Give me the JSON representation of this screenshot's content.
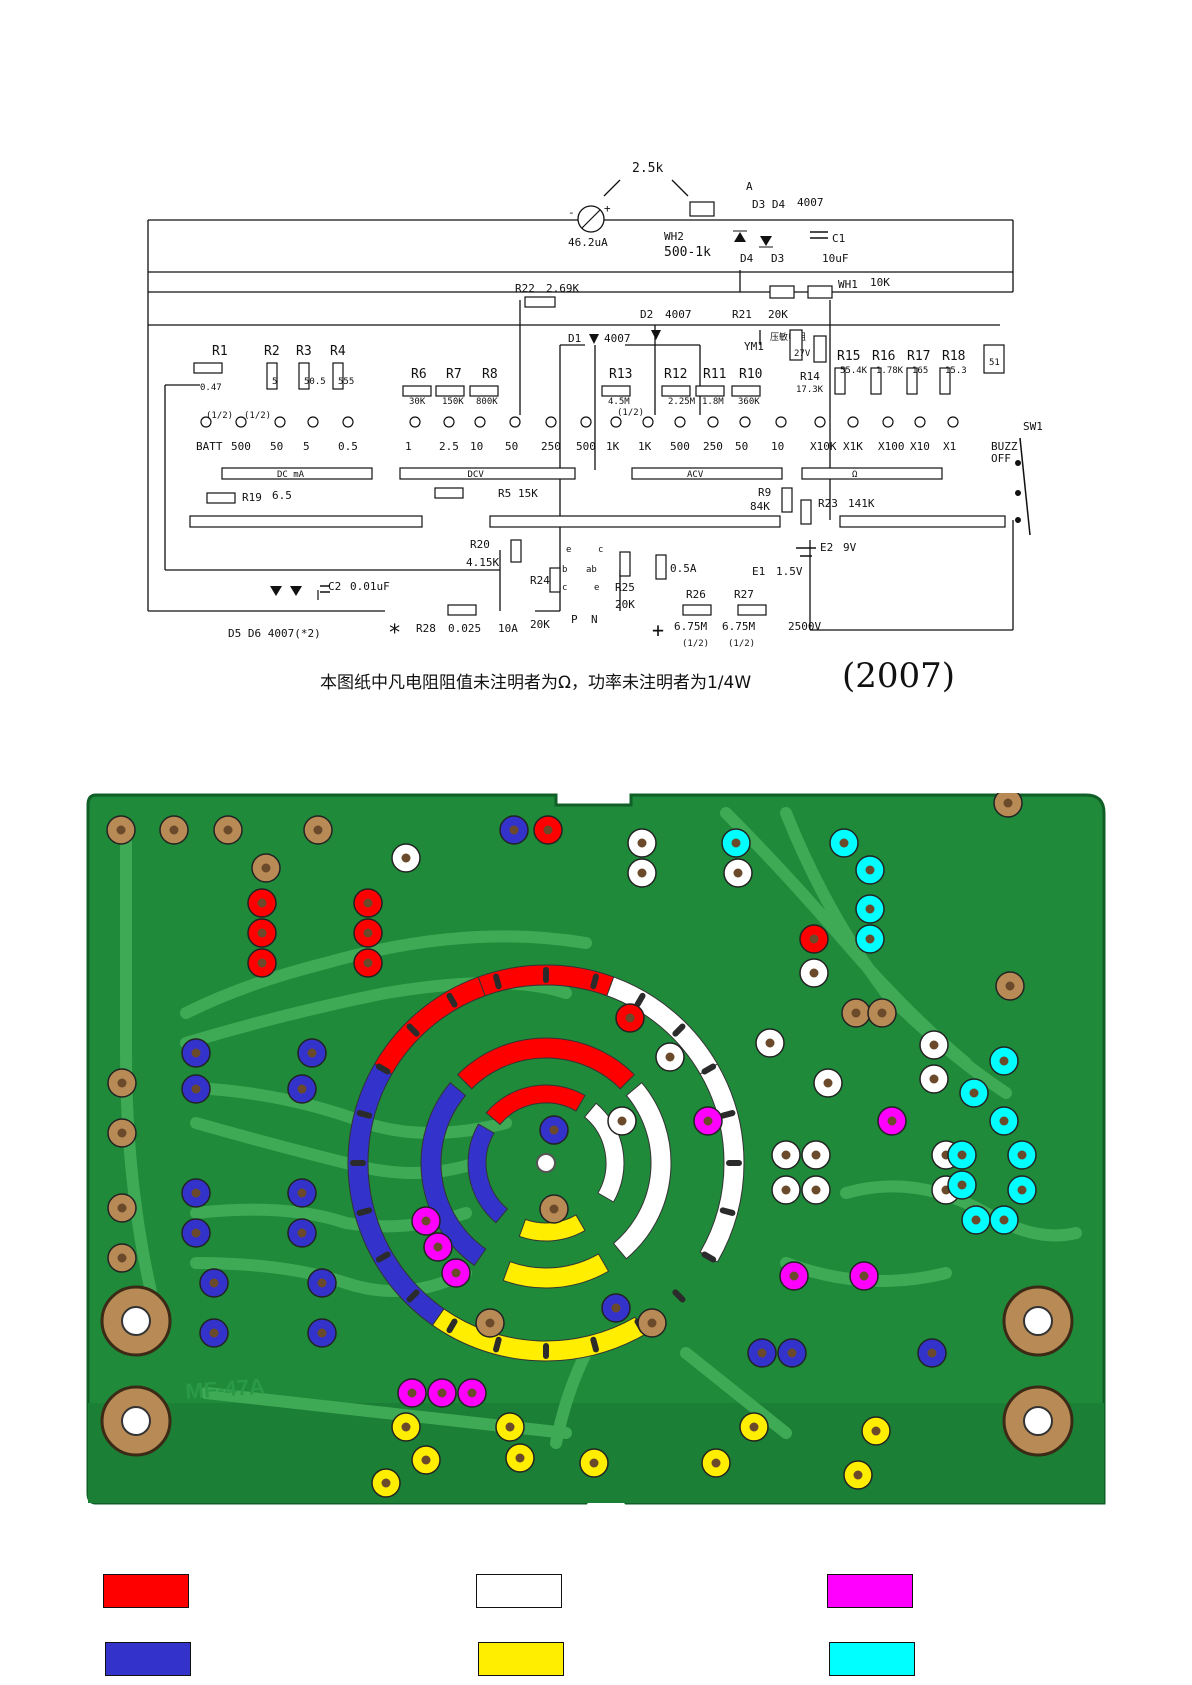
{
  "schematic": {
    "top_labels": {
      "pot_range": "2.5k",
      "meter": "46.2uA",
      "wh2_name": "WH2",
      "wh2_value": "500-1k",
      "node_a": "A",
      "d3d4": "D3 D4",
      "d3d4_type": "4007",
      "c1_name": "C1",
      "c1_value": "10uF",
      "d4": "D4",
      "d3": "D3",
      "wh1": "WH1",
      "wh1_value": "10K"
    },
    "mid_labels": {
      "r22": "R22",
      "r22_value": "2.69K",
      "d2": "D2",
      "d2_type": "4007",
      "r21": "R21",
      "r21_value": "20K",
      "d1": "D1",
      "d1_type": "4007",
      "ym1": "YM1",
      "piezo": "压敏电阻",
      "piezo_v": "27V",
      "r14": "R14",
      "r14_value": "17.3K"
    },
    "resistor_names": [
      "R1",
      "R2",
      "R3",
      "R4",
      "R6",
      "R7",
      "R8",
      "R13",
      "R12",
      "R11",
      "R10",
      "R15",
      "R16",
      "R17",
      "R18"
    ],
    "resistor_values": [
      "0.47",
      "5",
      "50.5",
      "555",
      "30K",
      "150K",
      "800K",
      "4.5M",
      "2.25M",
      "1.8M",
      "360K",
      "55.4K",
      "1.78K",
      "165",
      "15.3"
    ],
    "half_marks": [
      "(1/2)",
      "(1/2)",
      "(1/2)",
      "(1/2)",
      "(1/2)"
    ],
    "terminal_labels": [
      "BATT",
      "500",
      "50",
      "5",
      "0.5",
      "1",
      "2.5",
      "10",
      "50",
      "250",
      "500",
      "1K",
      "1K",
      "500",
      "250",
      "50",
      "10",
      "X10K",
      "X1K",
      "X100",
      "X10",
      "X1",
      "BUZZ",
      "OFF"
    ],
    "bars": [
      "DC mA",
      "DCV",
      "ACV",
      "Ω"
    ],
    "speaker_value": "51",
    "sw1": "SW1",
    "lower_labels": {
      "r19": "R19",
      "r19_value": "6.5",
      "r5": "R5",
      "r5_value": "15K",
      "r9": "R9",
      "r9_value": "84K",
      "r23": "R23",
      "r23_value": "141K",
      "r20": "R20",
      "r20_value": "4.15K",
      "e1": "E1",
      "e1_value": "1.5V",
      "e2": "E2",
      "e2_value": "9V",
      "fuse": "0.5A",
      "c2": "C2",
      "c2_value": "0.01uF",
      "r24": "R24",
      "r24_value": "20K",
      "r25": "R25",
      "r25_value": "20K",
      "p": "P",
      "n": "N",
      "r26": "R26",
      "r26_value": "6.75M",
      "r27": "R27",
      "r27_value": "6.75M",
      "hv": "2500V",
      "plus": "+",
      "star": "*",
      "r28": "R28",
      "r28_value": "0.025",
      "ten_a": "10A",
      "d5d6": "D5 D6 4007(*2)",
      "sw_e": "e",
      "sw_c": "c",
      "sw_b": "b",
      "sw_a": "ab",
      "sw_c2": "c",
      "sw_e2": "e"
    }
  },
  "note": "本图纸中凡电阻阻值未注明者为Ω，功率未注明者为1/4W",
  "year": "(2007)",
  "pcb": {
    "model": "MF-47A"
  },
  "colors": {
    "board": "#1f8a3a",
    "trace": "#3faa55",
    "red": "#ff0000",
    "blue": "#3333cc",
    "white": "#ffffff",
    "yellow": "#ffee00",
    "magenta": "#ff00ff",
    "cyan": "#00ffff",
    "pad": "#b88a55"
  },
  "legend": [
    {
      "color": "#ff0000"
    },
    {
      "color": "#ffffff"
    },
    {
      "color": "#ff00ff"
    },
    {
      "color": "#3333cc"
    },
    {
      "color": "#ffee00"
    },
    {
      "color": "#00ffff"
    }
  ]
}
